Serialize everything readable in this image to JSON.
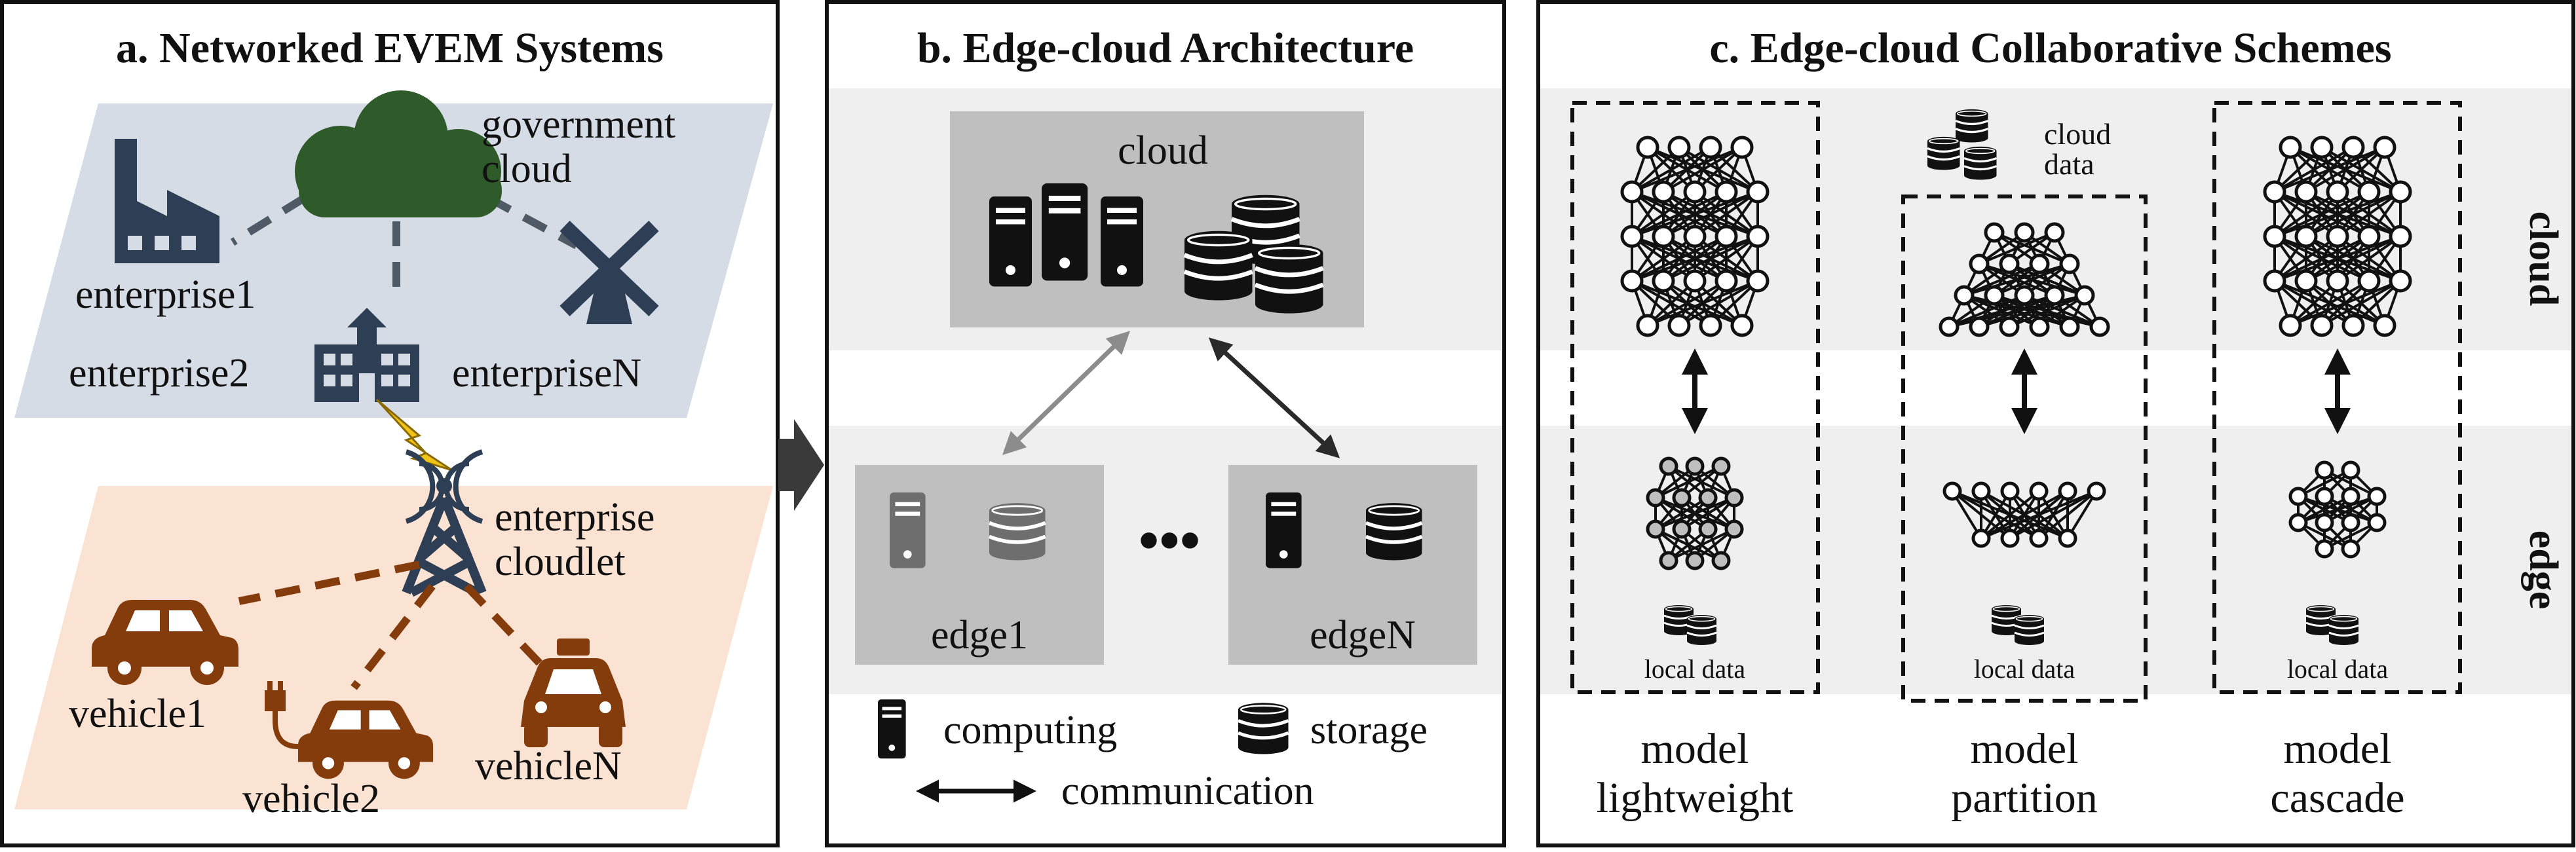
{
  "colors": {
    "government_plane": "#d5dce6",
    "vehicle_plane": "#fbe3d3",
    "cloud_green": "#2f5a2a",
    "factory_navy": "#2d3e55",
    "vehicle_brown": "#843c0c",
    "band_gray": "#efefef",
    "box_gray": "#bfbfbf",
    "lightning": "#f0c419"
  },
  "panel_a": {
    "title": "a. Networked EVEM Systems",
    "government_cloud": [
      "government",
      "cloud"
    ],
    "enterprise1": "enterprise1",
    "enterprise2": "enterprise2",
    "enterpriseN": "enterpriseN",
    "cloudlet": [
      "enterprise",
      "cloudlet"
    ],
    "vehicle1": "vehicle1",
    "vehicle2": "vehicle2",
    "vehicleN": "vehicleN",
    "icons": [
      "cloud-icon",
      "factory-icon",
      "building-icon",
      "windmill-icon",
      "tower-icon",
      "car-icon",
      "ev-car-icon",
      "taxi-icon",
      "lightning-icon"
    ]
  },
  "panel_b": {
    "title": "b.  Edge-cloud Architecture",
    "cloud": "cloud",
    "edge1": "edge1",
    "edgeN": "edgeN",
    "ellipsis": "•••",
    "legend_computing": "computing",
    "legend_storage": "storage",
    "legend_communication": "communication"
  },
  "panel_c": {
    "title": "c. Edge-cloud Collaborative Schemes",
    "cloud_data": [
      "cloud",
      "data"
    ],
    "local_data": "local data",
    "side_cloud": "cloud",
    "side_edge": "edge",
    "schemes": [
      {
        "line1": "model",
        "line2": "lightweight"
      },
      {
        "line1": "model",
        "line2": "partition"
      },
      {
        "line1": "model",
        "line2": "cascade"
      }
    ]
  }
}
